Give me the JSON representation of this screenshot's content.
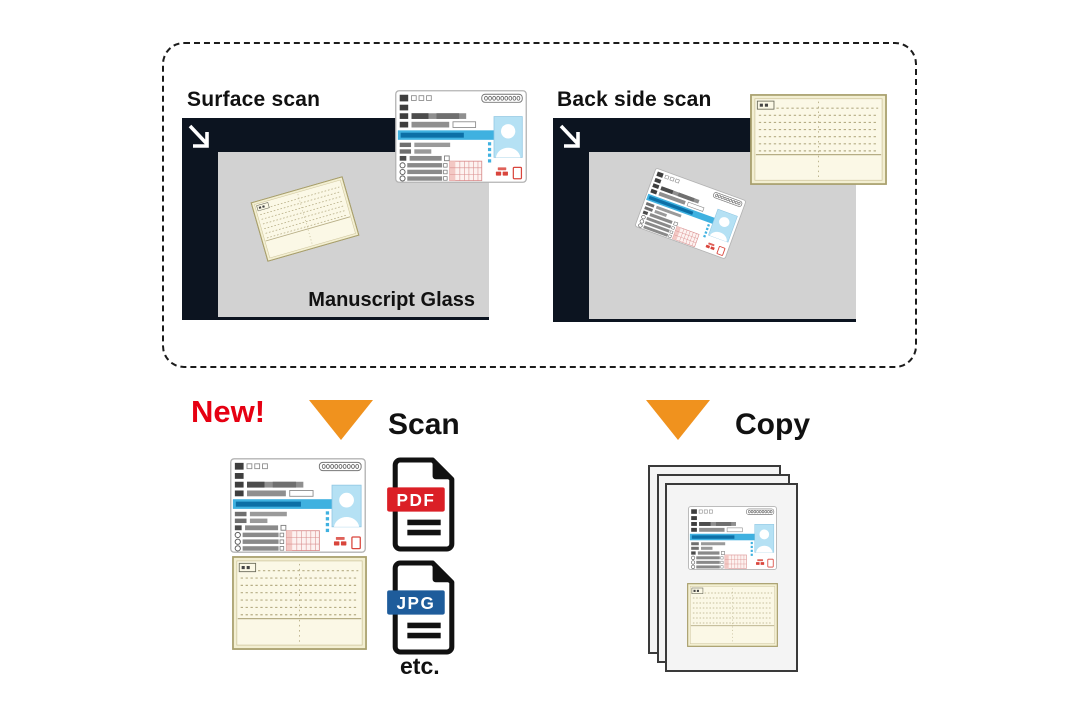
{
  "colors": {
    "accent_orange": "#F0921E",
    "new_red": "#E60012",
    "pdf_red": "#DB1F26",
    "jpg_blue": "#1E5C9B",
    "scanner_dark": "#0C1420",
    "glass_gray": "#D2D2D2",
    "card_cream": "#FAF8E4",
    "license_blue_band": "#3FB1E0",
    "photo_blue": "#B5E1F4"
  },
  "diagram": {
    "surface_scan": {
      "label": "Surface scan",
      "glass_label": "Manuscript Glass"
    },
    "back_side_scan": {
      "label": "Back side scan"
    }
  },
  "outputs": {
    "new_label": "New!",
    "scan": {
      "label": "Scan",
      "formats": [
        {
          "label": "PDF"
        },
        {
          "label": "JPG"
        }
      ],
      "etc_label": "etc."
    },
    "copy": {
      "label": "Copy"
    }
  }
}
